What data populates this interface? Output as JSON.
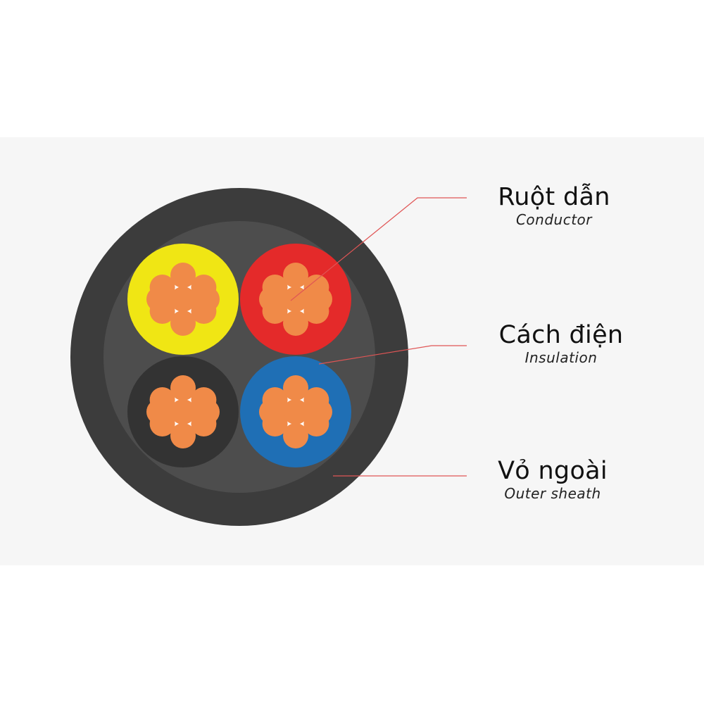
{
  "labels": {
    "conductor": {
      "vi": "Ruột dẫn",
      "en": "Conductor"
    },
    "insulation": {
      "vi": "Cách điện",
      "en": "Insulation"
    },
    "sheath": {
      "vi": "Vỏ ngoài",
      "en": "Outer sheath"
    }
  },
  "colors": {
    "background_panel": "#f6f6f6",
    "sheath_outer": "#3c3c3c",
    "sheath_inner": "#4d4d4d",
    "insulation_yellow": "#f0e614",
    "insulation_red": "#e42a2a",
    "insulation_black": "#333333",
    "insulation_blue": "#1f6fb5",
    "copper_strand": "#f08a48",
    "leader_line": "#e05555"
  },
  "cores": [
    {
      "name": "core-yellow",
      "color": "insulation_yellow"
    },
    {
      "name": "core-red",
      "color": "insulation_red"
    },
    {
      "name": "core-black",
      "color": "insulation_black"
    },
    {
      "name": "core-blue",
      "color": "insulation_blue"
    }
  ]
}
